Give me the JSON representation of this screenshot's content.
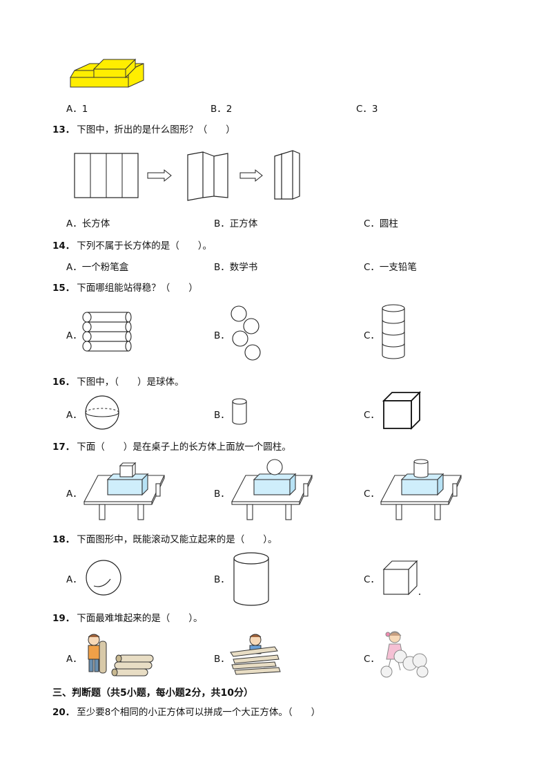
{
  "q12": {
    "options": [
      "A．1",
      "B．2",
      "C．3"
    ]
  },
  "q13": {
    "num": "13．",
    "text": "下图中，折出的是什么图形？（　　）",
    "options": [
      "A．长方体",
      "B．正方体",
      "C．圆柱"
    ]
  },
  "q14": {
    "num": "14．",
    "text": "下列不属于长方体的是（　　）。",
    "options": [
      "A．一个粉笔盒",
      "B．数学书",
      "C．一支铅笔"
    ]
  },
  "q15": {
    "num": "15．",
    "text": "下面哪组能站得稳？（　　）",
    "options": [
      "A．",
      "B．",
      "C．"
    ]
  },
  "q16": {
    "num": "16．",
    "text": "下图中，（　　）是球体。",
    "options": [
      "A．",
      "B．",
      "C．"
    ]
  },
  "q17": {
    "num": "17．",
    "text": "下面（　　）是在桌子上的长方体上面放一个圆柱。",
    "options": [
      "A．",
      "B．",
      "C．"
    ]
  },
  "q18": {
    "num": "18．",
    "text": "下面图形中，既能滚动又能立起来的是（　　）。",
    "options": [
      "A．",
      "B．",
      "C．"
    ]
  },
  "q19": {
    "num": "19．",
    "text": "下面最难堆起来的是（　　）。",
    "options": [
      "A．",
      "B．",
      "C．"
    ]
  },
  "section3": {
    "title": "三、判断题（共5小题，每小题2分，共10分）"
  },
  "q20": {
    "num": "20．",
    "text": "至少要8个相同的小正方体可以拼成一个大正方体。（　　）"
  },
  "colors": {
    "yellow_block": "#ffee00",
    "light_blue_box": "#cfeefb",
    "ink": "#111111"
  }
}
